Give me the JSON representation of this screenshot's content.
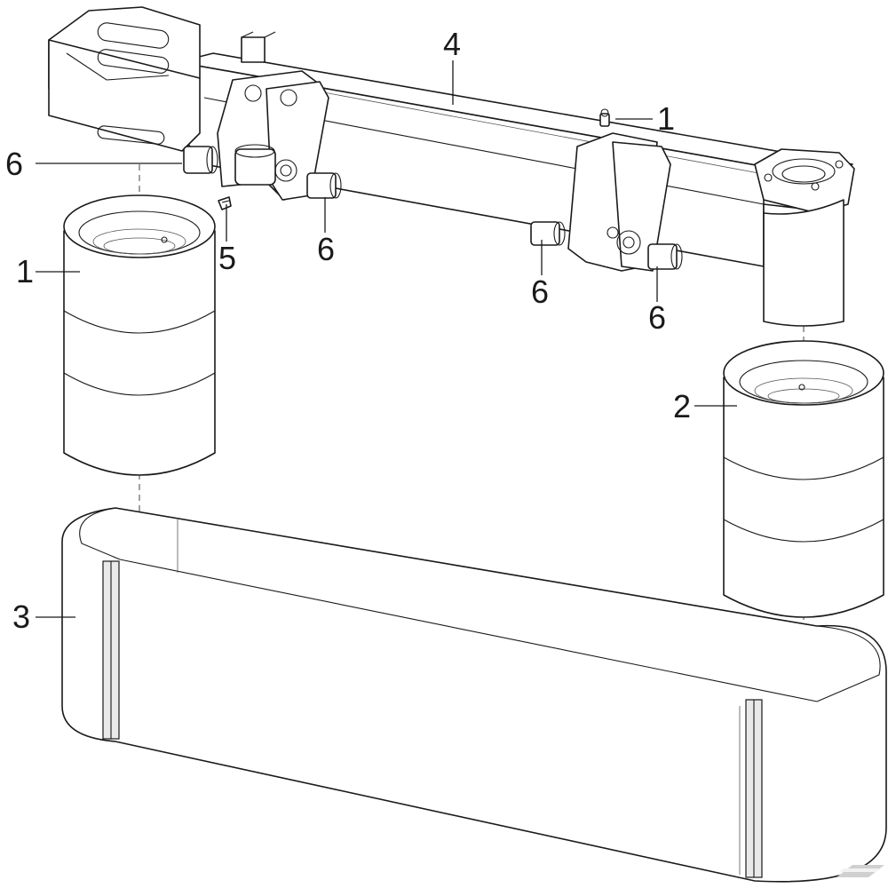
{
  "callouts": [
    {
      "id": "c1a",
      "text": "1"
    },
    {
      "id": "c1b",
      "text": "1"
    },
    {
      "id": "c2",
      "text": "2"
    },
    {
      "id": "c3",
      "text": "3"
    },
    {
      "id": "c4",
      "text": "4"
    },
    {
      "id": "c5",
      "text": "5"
    },
    {
      "id": "c6a",
      "text": "6"
    },
    {
      "id": "c6b",
      "text": "6"
    },
    {
      "id": "c6c",
      "text": "6"
    },
    {
      "id": "c6d",
      "text": "6"
    }
  ],
  "colors": {
    "line": "#1a1a1a",
    "background": "#ffffff",
    "watermark": "#d0d0d0"
  },
  "icons": {
    "watermark": "brand-logo-icon"
  }
}
